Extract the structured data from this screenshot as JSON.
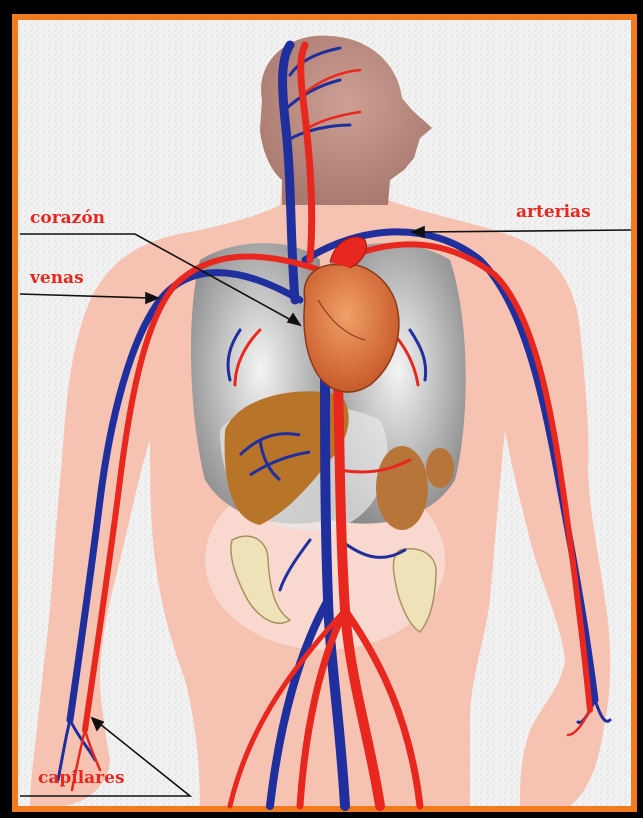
{
  "labels": {
    "heart": "corazón",
    "veins": "venas",
    "arteries": "arterias",
    "capillaries": "capilares"
  },
  "colors": {
    "artery": "#e8271f",
    "vein": "#1f2f9e",
    "skin": "#f4b8a6",
    "heart": "#d8703e",
    "liver": "#b8752a",
    "frame_border": "#f07b1e",
    "label_text": "#e8271f"
  }
}
